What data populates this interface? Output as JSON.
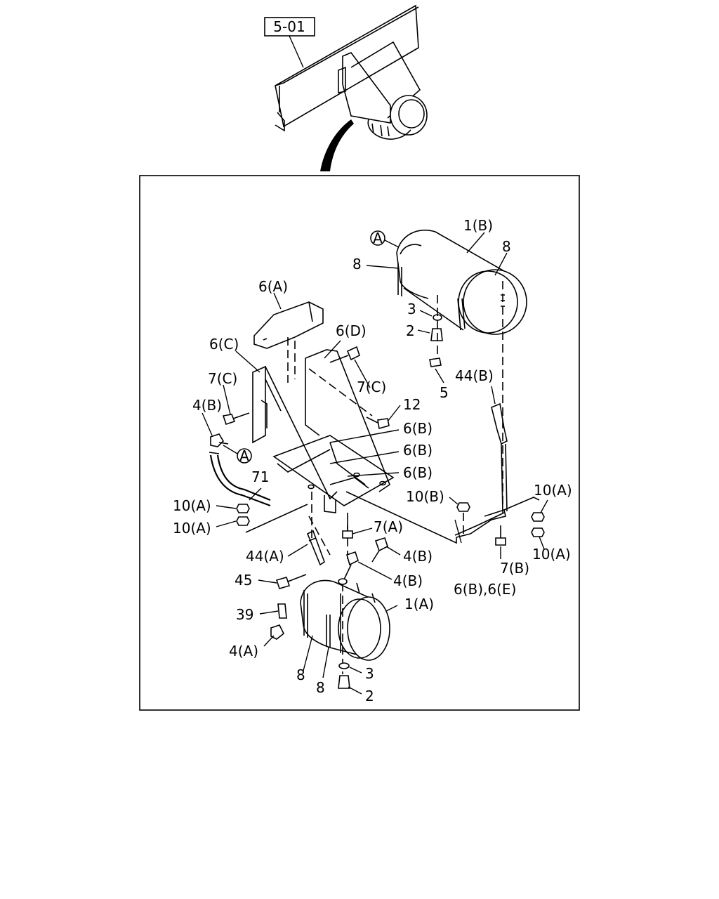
{
  "reference_box": "5-01",
  "callout_letter": "A",
  "labels": {
    "l_1B": "1(B)",
    "l_8_top_right": "8",
    "l_8_top_left": "8",
    "l_3_top": "3",
    "l_2_top": "2",
    "l_5": "5",
    "l_6A": "6(A)",
    "l_6C": "6(C)",
    "l_6D": "6(D)",
    "l_7C_right": "7(C)",
    "l_7C_left": "7(C)",
    "l_4B_left": "4(B)",
    "l_12": "12",
    "l_44B": "44(B)",
    "l_6B_1": "6(B)",
    "l_6B_2": "6(B)",
    "l_6B_3": "6(B)",
    "l_71": "71",
    "l_10A_1": "10(A)",
    "l_10A_2": "10(A)",
    "l_10B": "10(B)",
    "l_10A_right1": "10(A)",
    "l_10A_right2": "10(A)",
    "l_7A": "7(A)",
    "l_7B": "7(B)",
    "l_6B6E": "6(B),6(E)",
    "l_44A": "44(A)",
    "l_4B_mid1": "4(B)",
    "l_4B_mid2": "4(B)",
    "l_45": "45",
    "l_1A": "1(A)",
    "l_39": "39",
    "l_4A": "4(A)",
    "l_8_bot1": "8",
    "l_8_bot2": "8",
    "l_3_bot": "3",
    "l_2_bot": "2"
  }
}
